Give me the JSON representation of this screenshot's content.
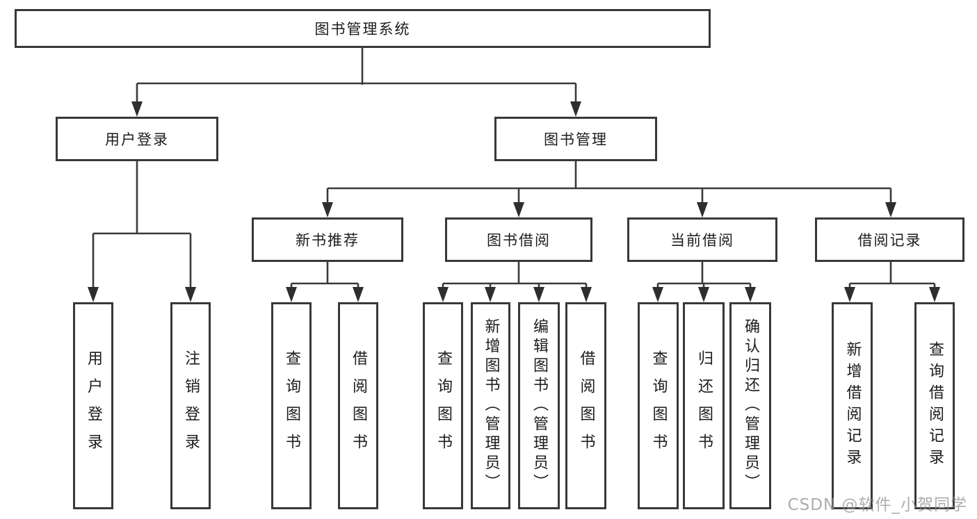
{
  "colors": {
    "line": "#3a3a3a",
    "border": "#383838",
    "text": "#1c1c1c",
    "watermark": "#919191"
  },
  "diagram": {
    "root": {
      "label": "图书管理系统"
    },
    "branches": [
      {
        "label": "用户登录",
        "leaves": [
          "用户登录",
          "注销登录"
        ]
      },
      {
        "label": "图书管理",
        "groups": [
          {
            "label": "新书推荐",
            "leaves": [
              "查询图书",
              "借阅图书"
            ]
          },
          {
            "label": "图书借阅",
            "leaves": [
              "查询图书",
              "新增图书（管理员）",
              "编辑图书（管理员）",
              "借阅图书"
            ]
          },
          {
            "label": "当前借阅",
            "leaves": [
              "查询图书",
              "归还图书",
              "确认归还（管理员）"
            ]
          },
          {
            "label": "借阅记录",
            "leaves": [
              "新增借阅记录",
              "查询借阅记录"
            ]
          }
        ]
      }
    ],
    "watermark": "CSDN @软件_小贺同学"
  }
}
